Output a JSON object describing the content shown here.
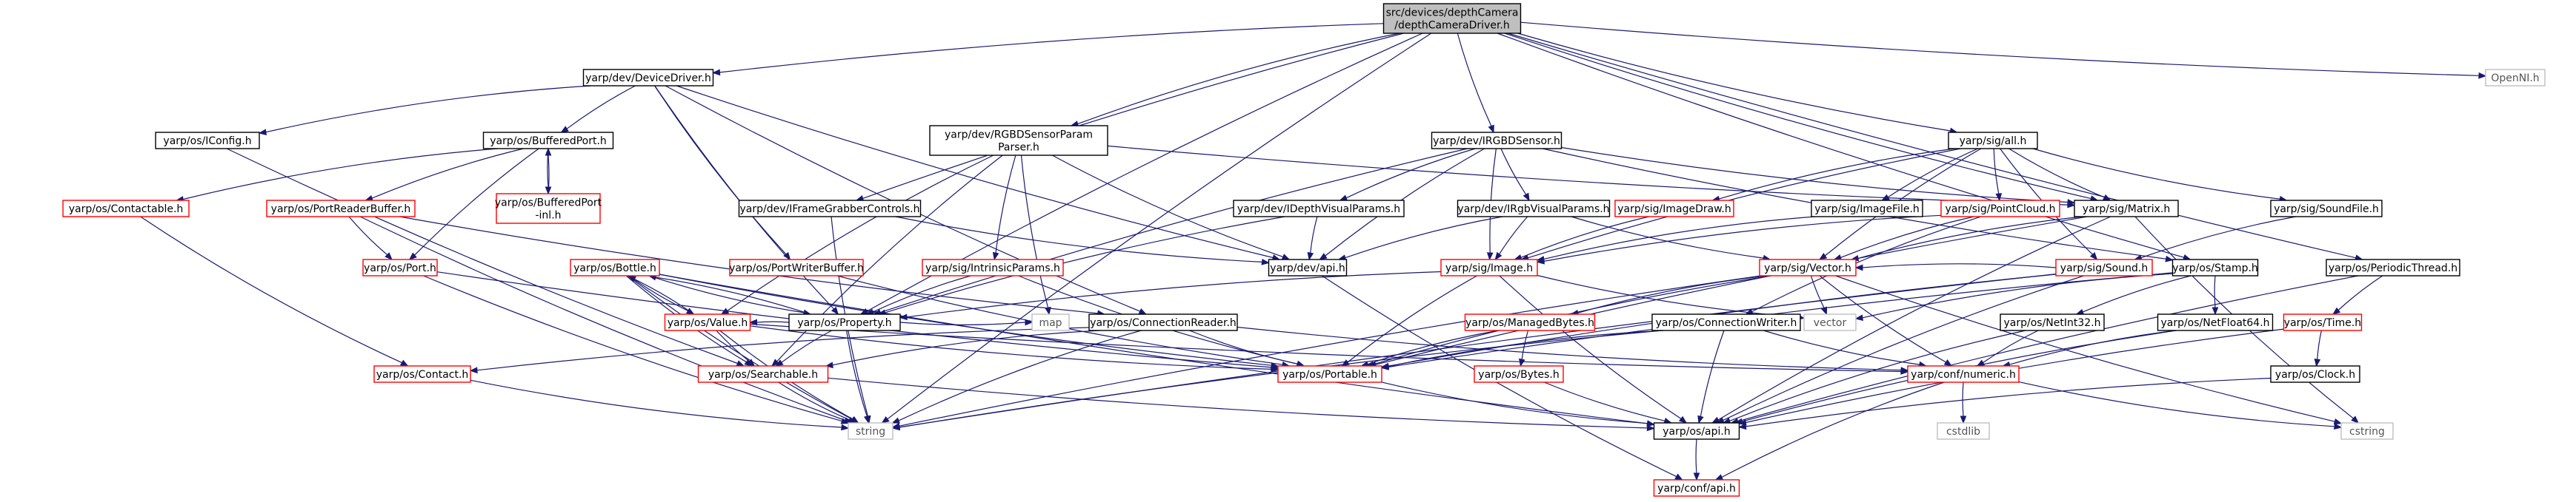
{
  "diagram": {
    "nodes": [
      {
        "id": "root",
        "lines": [
          "src/devices/depthCamera",
          "/depthCameraDriver.h"
        ],
        "style": "root"
      },
      {
        "id": "devicedriver",
        "lines": [
          "yarp/dev/DeviceDriver.h"
        ],
        "style": "black"
      },
      {
        "id": "rgbdparser",
        "lines": [
          "yarp/dev/RGBDSensorParam",
          "Parser.h"
        ],
        "style": "black"
      },
      {
        "id": "irgbdsensor",
        "lines": [
          "yarp/dev/IRGBDSensor.h"
        ],
        "style": "black"
      },
      {
        "id": "sigall",
        "lines": [
          "yarp/sig/all.h"
        ],
        "style": "black"
      },
      {
        "id": "openni",
        "lines": [
          "OpenNI.h"
        ],
        "style": "grey"
      },
      {
        "id": "iconfig",
        "lines": [
          "yarp/os/IConfig.h"
        ],
        "style": "black"
      },
      {
        "id": "bufferedport",
        "lines": [
          "yarp/os/BufferedPort.h"
        ],
        "style": "black"
      },
      {
        "id": "bufferedportinl",
        "lines": [
          "yarp/os/BufferedPort",
          "-inl.h"
        ],
        "style": "red"
      },
      {
        "id": "contactable",
        "lines": [
          "yarp/os/Contactable.h"
        ],
        "style": "red"
      },
      {
        "id": "portreaderbuffer",
        "lines": [
          "yarp/os/PortReaderBuffer.h"
        ],
        "style": "red"
      },
      {
        "id": "iframegrabber",
        "lines": [
          "yarp/dev/IFrameGrabberControls.h"
        ],
        "style": "black"
      },
      {
        "id": "idepthvisual",
        "lines": [
          "yarp/dev/IDepthVisualParams.h"
        ],
        "style": "black"
      },
      {
        "id": "irgbvisual",
        "lines": [
          "yarp/dev/IRgbVisualParams.h"
        ],
        "style": "black"
      },
      {
        "id": "imagedraw",
        "lines": [
          "yarp/sig/ImageDraw.h"
        ],
        "style": "red"
      },
      {
        "id": "imagefile",
        "lines": [
          "yarp/sig/ImageFile.h"
        ],
        "style": "black"
      },
      {
        "id": "pointcloud",
        "lines": [
          "yarp/sig/PointCloud.h"
        ],
        "style": "red"
      },
      {
        "id": "matrix",
        "lines": [
          "yarp/sig/Matrix.h"
        ],
        "style": "black"
      },
      {
        "id": "soundfile",
        "lines": [
          "yarp/sig/SoundFile.h"
        ],
        "style": "black"
      },
      {
        "id": "port",
        "lines": [
          "yarp/os/Port.h"
        ],
        "style": "red"
      },
      {
        "id": "bottle",
        "lines": [
          "yarp/os/Bottle.h"
        ],
        "style": "red"
      },
      {
        "id": "portwriterbuffer",
        "lines": [
          "yarp/os/PortWriterBuffer.h"
        ],
        "style": "red"
      },
      {
        "id": "intrinsic",
        "lines": [
          "yarp/sig/IntrinsicParams.h"
        ],
        "style": "red"
      },
      {
        "id": "devapi",
        "lines": [
          "yarp/dev/api.h"
        ],
        "style": "black"
      },
      {
        "id": "image",
        "lines": [
          "yarp/sig/Image.h"
        ],
        "style": "red"
      },
      {
        "id": "vector",
        "lines": [
          "yarp/sig/Vector.h"
        ],
        "style": "red"
      },
      {
        "id": "sound",
        "lines": [
          "yarp/sig/Sound.h"
        ],
        "style": "red"
      },
      {
        "id": "stamp",
        "lines": [
          "yarp/os/Stamp.h"
        ],
        "style": "black"
      },
      {
        "id": "periodicthread",
        "lines": [
          "yarp/os/PeriodicThread.h"
        ],
        "style": "black"
      },
      {
        "id": "value",
        "lines": [
          "yarp/os/Value.h"
        ],
        "style": "red"
      },
      {
        "id": "property",
        "lines": [
          "yarp/os/Property.h"
        ],
        "style": "black"
      },
      {
        "id": "map",
        "lines": [
          "map"
        ],
        "style": "grey"
      },
      {
        "id": "connreader",
        "lines": [
          "yarp/os/ConnectionReader.h"
        ],
        "style": "black"
      },
      {
        "id": "managedbytes",
        "lines": [
          "yarp/os/ManagedBytes.h"
        ],
        "style": "red"
      },
      {
        "id": "connwriter",
        "lines": [
          "yarp/os/ConnectionWriter.h"
        ],
        "style": "black"
      },
      {
        "id": "vectorstd",
        "lines": [
          "vector"
        ],
        "style": "grey"
      },
      {
        "id": "netint32",
        "lines": [
          "yarp/os/NetInt32.h"
        ],
        "style": "black"
      },
      {
        "id": "netfloat64",
        "lines": [
          "yarp/os/NetFloat64.h"
        ],
        "style": "black"
      },
      {
        "id": "time",
        "lines": [
          "yarp/os/Time.h"
        ],
        "style": "red"
      },
      {
        "id": "contact",
        "lines": [
          "yarp/os/Contact.h"
        ],
        "style": "red"
      },
      {
        "id": "searchable",
        "lines": [
          "yarp/os/Searchable.h"
        ],
        "style": "red"
      },
      {
        "id": "portable",
        "lines": [
          "yarp/os/Portable.h"
        ],
        "style": "red"
      },
      {
        "id": "bytes",
        "lines": [
          "yarp/os/Bytes.h"
        ],
        "style": "red"
      },
      {
        "id": "numeric",
        "lines": [
          "yarp/conf/numeric.h"
        ],
        "style": "red"
      },
      {
        "id": "clock",
        "lines": [
          "yarp/os/Clock.h"
        ],
        "style": "black"
      },
      {
        "id": "string",
        "lines": [
          "string"
        ],
        "style": "grey"
      },
      {
        "id": "osapi",
        "lines": [
          "yarp/os/api.h"
        ],
        "style": "black"
      },
      {
        "id": "cstdlib",
        "lines": [
          "cstdlib"
        ],
        "style": "grey"
      },
      {
        "id": "cstring",
        "lines": [
          "cstring"
        ],
        "style": "grey"
      },
      {
        "id": "confapi",
        "lines": [
          "yarp/conf/api.h"
        ],
        "style": "red"
      }
    ],
    "edges": [
      [
        "root",
        "devicedriver"
      ],
      [
        "root",
        "rgbdparser"
      ],
      [
        "root",
        "irgbdsensor"
      ],
      [
        "root",
        "sigall"
      ],
      [
        "root",
        "openni"
      ],
      [
        "root",
        "iframegrabber"
      ],
      [
        "root",
        "string"
      ],
      [
        "root",
        "property"
      ],
      [
        "root",
        "stamp"
      ],
      [
        "root",
        "periodicthread"
      ],
      [
        "root",
        "matrix"
      ],
      [
        "devicedriver",
        "iconfig"
      ],
      [
        "devicedriver",
        "bufferedport"
      ],
      [
        "devicedriver",
        "devapi"
      ],
      [
        "devicedriver",
        "property"
      ],
      [
        "devicedriver",
        "connreader"
      ],
      [
        "devicedriver",
        "portwriterbuffer"
      ],
      [
        "iconfig",
        "searchable"
      ],
      [
        "bufferedport",
        "bufferedportinl"
      ],
      [
        "bufferedportinl",
        "bufferedport"
      ],
      [
        "bufferedport",
        "contactable"
      ],
      [
        "bufferedport",
        "portreaderbuffer"
      ],
      [
        "bufferedport",
        "port"
      ],
      [
        "contactable",
        "contact"
      ],
      [
        "portreaderbuffer",
        "port"
      ],
      [
        "portreaderbuffer",
        "string"
      ],
      [
        "portreaderbuffer",
        "connreader"
      ],
      [
        "port",
        "portable"
      ],
      [
        "port",
        "string"
      ],
      [
        "rgbdparser",
        "intrinsic"
      ],
      [
        "rgbdparser",
        "devapi"
      ],
      [
        "rgbdparser",
        "value"
      ],
      [
        "rgbdparser",
        "matrix"
      ],
      [
        "rgbdparser",
        "searchable"
      ],
      [
        "rgbdparser",
        "map"
      ],
      [
        "irgbdsensor",
        "idepthvisual"
      ],
      [
        "irgbdsensor",
        "irgbvisual"
      ],
      [
        "irgbdsensor",
        "devapi"
      ],
      [
        "irgbdsensor",
        "image"
      ],
      [
        "irgbdsensor",
        "matrix"
      ],
      [
        "irgbdsensor",
        "property"
      ],
      [
        "irgbdsensor",
        "stamp"
      ],
      [
        "iframegrabber",
        "devapi"
      ],
      [
        "iframegrabber",
        "string"
      ],
      [
        "idepthvisual",
        "devapi"
      ],
      [
        "idepthvisual",
        "property"
      ],
      [
        "irgbvisual",
        "devapi"
      ],
      [
        "irgbvisual",
        "image"
      ],
      [
        "irgbvisual",
        "vector"
      ],
      [
        "sigall",
        "imagedraw"
      ],
      [
        "sigall",
        "imagefile"
      ],
      [
        "sigall",
        "pointcloud"
      ],
      [
        "sigall",
        "matrix"
      ],
      [
        "sigall",
        "soundfile"
      ],
      [
        "sigall",
        "sound"
      ],
      [
        "sigall",
        "image"
      ],
      [
        "sigall",
        "vector"
      ],
      [
        "imagedraw",
        "image"
      ],
      [
        "imagefile",
        "image"
      ],
      [
        "pointcloud",
        "image"
      ],
      [
        "pointcloud",
        "vector"
      ],
      [
        "pointcloud",
        "connwriter"
      ],
      [
        "matrix",
        "vector"
      ],
      [
        "matrix",
        "portable"
      ],
      [
        "matrix",
        "osapi"
      ],
      [
        "matrix",
        "cstring"
      ],
      [
        "soundfile",
        "sound"
      ],
      [
        "sound",
        "vector"
      ],
      [
        "sound",
        "portable"
      ],
      [
        "sound",
        "string"
      ],
      [
        "sound",
        "osapi"
      ],
      [
        "stamp",
        "portable"
      ],
      [
        "stamp",
        "netint32"
      ],
      [
        "stamp",
        "netfloat64"
      ],
      [
        "stamp",
        "vectorstd"
      ],
      [
        "periodicthread",
        "time"
      ],
      [
        "periodicthread",
        "osapi"
      ],
      [
        "time",
        "clock"
      ],
      [
        "time",
        "osapi"
      ],
      [
        "clock",
        "osapi"
      ],
      [
        "bottle",
        "value"
      ],
      [
        "bottle",
        "searchable"
      ],
      [
        "bottle",
        "portable"
      ],
      [
        "bottle",
        "property"
      ],
      [
        "bottle",
        "string"
      ],
      [
        "bottle",
        "osapi"
      ],
      [
        "value",
        "bottle"
      ],
      [
        "value",
        "searchable"
      ],
      [
        "value",
        "portable"
      ],
      [
        "value",
        "string"
      ],
      [
        "value",
        "numeric"
      ],
      [
        "portwriterbuffer",
        "portable"
      ],
      [
        "intrinsic",
        "property"
      ],
      [
        "intrinsic",
        "portable"
      ],
      [
        "devapi",
        "confapi"
      ],
      [
        "image",
        "portable"
      ],
      [
        "image",
        "property"
      ],
      [
        "image",
        "vectorstd"
      ],
      [
        "image",
        "osapi"
      ],
      [
        "vector",
        "managedbytes"
      ],
      [
        "vector",
        "portable"
      ],
      [
        "vector",
        "vectorstd"
      ],
      [
        "vector",
        "string"
      ],
      [
        "vector",
        "cstring"
      ],
      [
        "vector",
        "numeric"
      ],
      [
        "property",
        "searchable"
      ],
      [
        "property",
        "string"
      ],
      [
        "property",
        "map"
      ],
      [
        "property",
        "value"
      ],
      [
        "property",
        "bottle"
      ],
      [
        "connreader",
        "contact"
      ],
      [
        "connreader",
        "searchable"
      ],
      [
        "connreader",
        "portable"
      ],
      [
        "connreader",
        "string"
      ],
      [
        "connreader",
        "numeric"
      ],
      [
        "managedbytes",
        "bytes"
      ],
      [
        "managedbytes",
        "portable"
      ],
      [
        "connwriter",
        "portable"
      ],
      [
        "connwriter",
        "osapi"
      ],
      [
        "connwriter",
        "string"
      ],
      [
        "connwriter",
        "numeric"
      ],
      [
        "netint32",
        "numeric"
      ],
      [
        "netint32",
        "osapi"
      ],
      [
        "netfloat64",
        "numeric"
      ],
      [
        "netfloat64",
        "osapi"
      ],
      [
        "contact",
        "string"
      ],
      [
        "searchable",
        "string"
      ],
      [
        "searchable",
        "osapi"
      ],
      [
        "portable",
        "osapi"
      ],
      [
        "bytes",
        "osapi"
      ],
      [
        "numeric",
        "cstdlib"
      ],
      [
        "numeric",
        "confapi"
      ],
      [
        "numeric",
        "cstring"
      ],
      [
        "osapi",
        "confapi"
      ]
    ],
    "colors": {
      "edge": "#191970",
      "edge_grey": "#999999",
      "black_border": "#000000",
      "red_border": "#ff0000",
      "grey_border": "#bfbfbf",
      "grey_text": "#555555",
      "root_fill": "#bfbfbf"
    }
  }
}
